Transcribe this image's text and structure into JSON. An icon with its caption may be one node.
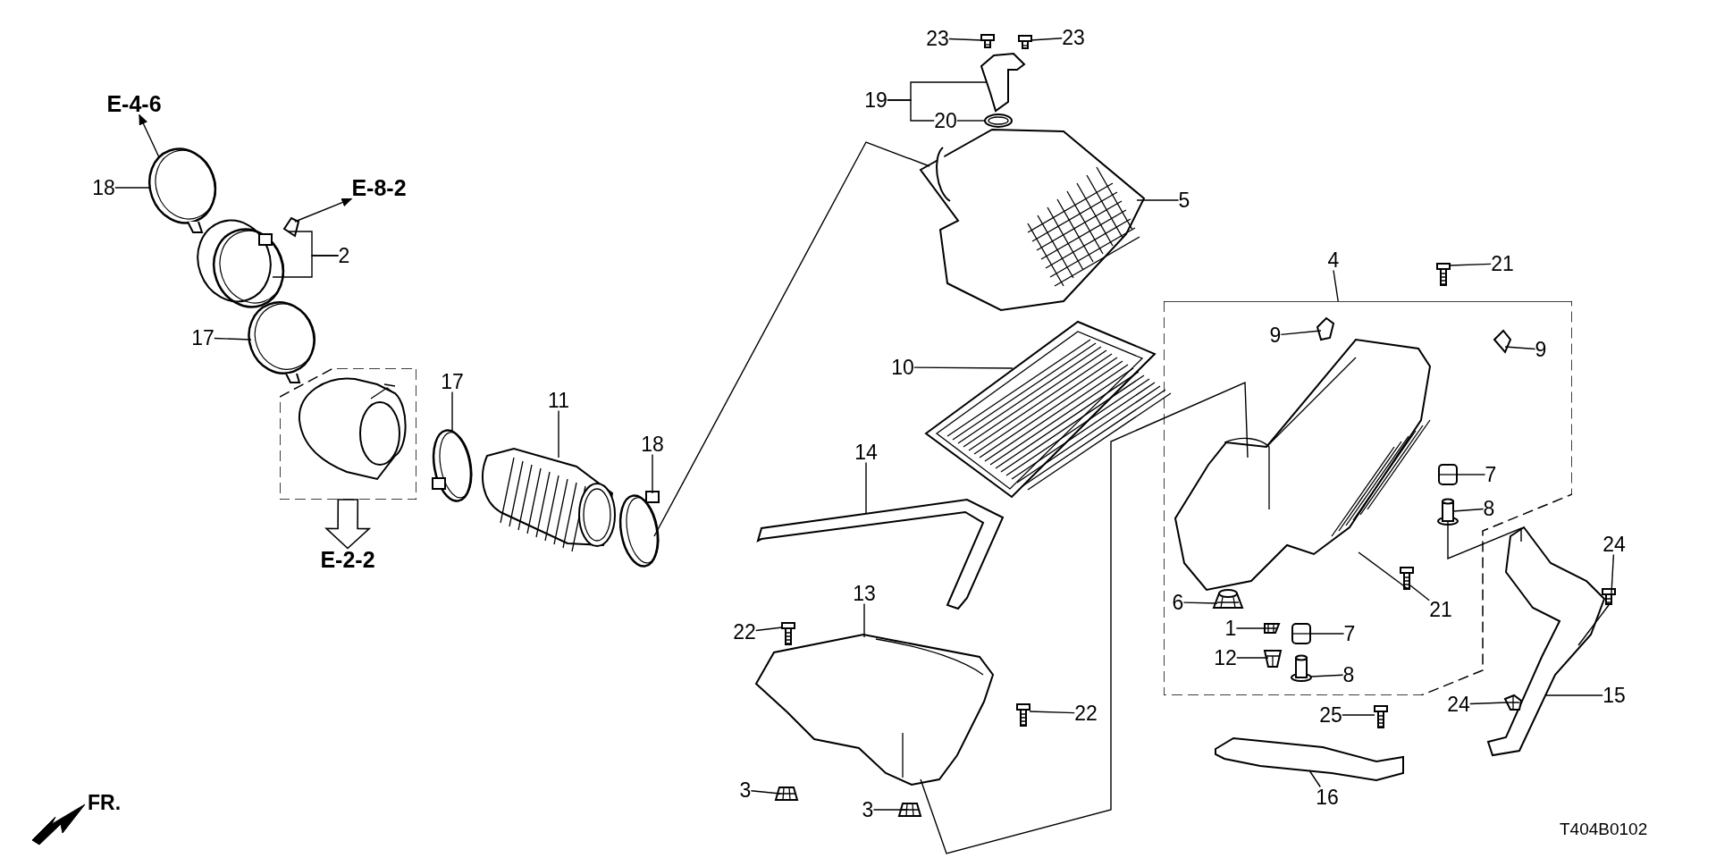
{
  "diagram": {
    "nodes": [
      {
        "text": [
          "E-4-6"
        ]
      },
      {
        "text": [
          "18"
        ]
      },
      {
        "text": [],
        "shape": "picture"
      },
      {
        "text": [
          "E-8-2"
        ]
      },
      {
        "text": [],
        "shape": "picture"
      },
      {
        "text": [
          "2"
        ]
      },
      {
        "text": [],
        "shape": "picture"
      },
      {
        "text": [
          "17"
        ]
      },
      {
        "text": [],
        "shape": "picture"
      },
      {
        "text": [],
        "shape": "box"
      },
      {
        "text": [],
        "shape": "picture",
        "in": 9
      },
      {
        "text": [
          "E-2-2"
        ]
      },
      {
        "text": [
          "17"
        ]
      },
      {
        "text": [],
        "shape": "picture"
      },
      {
        "text": [
          "11"
        ]
      },
      {
        "text": [],
        "shape": "picture"
      },
      {
        "text": [
          "18"
        ]
      },
      {
        "text": [],
        "shape": "picture"
      },
      {
        "text": [
          "23"
        ]
      },
      {
        "text": [],
        "shape": "picture"
      },
      {
        "text": [],
        "shape": "picture"
      },
      {
        "text": [
          "23"
        ]
      },
      {
        "text": [],
        "shape": "picture"
      },
      {
        "text": [
          "19"
        ]
      },
      {
        "text": [
          "20"
        ]
      },
      {
        "text": [],
        "shape": "picture"
      },
      {
        "text": [],
        "shape": "picture"
      },
      {
        "text": [
          "5"
        ]
      },
      {
        "text": [
          "4"
        ]
      },
      {
        "text": [],
        "shape": "box"
      },
      {
        "text": [
          "21"
        ]
      },
      {
        "text": [],
        "shape": "picture"
      },
      {
        "text": [
          "10"
        ]
      },
      {
        "text": [],
        "shape": "picture"
      },
      {
        "text": [
          "9"
        ],
        "in": 29
      },
      {
        "text": [],
        "shape": "picture",
        "in": 29
      },
      {
        "text": [],
        "shape": "picture",
        "in": 29
      },
      {
        "text": [
          "9"
        ],
        "in": 29
      },
      {
        "text": [],
        "shape": "picture",
        "in": 29
      },
      {
        "text": [
          "14"
        ]
      },
      {
        "text": [],
        "shape": "picture"
      },
      {
        "text": [
          "7"
        ],
        "in": 29
      },
      {
        "text": [],
        "shape": "picture",
        "in": 29
      },
      {
        "text": [
          "8"
        ],
        "in": 29
      },
      {
        "text": [],
        "shape": "picture",
        "in": 29
      },
      {
        "text": [
          "13"
        ]
      },
      {
        "text": [],
        "shape": "picture"
      },
      {
        "text": [
          "24"
        ]
      },
      {
        "text": [],
        "shape": "picture"
      },
      {
        "text": [],
        "shape": "picture",
        "in": 29
      },
      {
        "text": [
          "21"
        ],
        "in": 29
      },
      {
        "text": [
          "6"
        ],
        "in": 29
      },
      {
        "text": [],
        "shape": "picture",
        "in": 29
      },
      {
        "text": [
          "1"
        ],
        "in": 29
      },
      {
        "text": [],
        "shape": "picture",
        "in": 29
      },
      {
        "text": [
          "7"
        ],
        "in": 29
      },
      {
        "text": [],
        "shape": "picture",
        "in": 29
      },
      {
        "text": [
          "22"
        ]
      },
      {
        "text": [],
        "shape": "picture"
      },
      {
        "text": [
          "12"
        ],
        "in": 29
      },
      {
        "text": [],
        "shape": "picture",
        "in": 29
      },
      {
        "text": [
          "8"
        ],
        "in": 29
      },
      {
        "text": [],
        "shape": "picture",
        "in": 29
      },
      {
        "text": [],
        "shape": "picture"
      },
      {
        "text": [
          "15"
        ]
      },
      {
        "text": [
          "24"
        ]
      },
      {
        "text": [],
        "shape": "picture"
      },
      {
        "text": [
          "22"
        ]
      },
      {
        "text": [],
        "shape": "picture"
      },
      {
        "text": [
          "25"
        ]
      },
      {
        "text": [],
        "shape": "picture"
      },
      {
        "text": [
          "3"
        ]
      },
      {
        "text": [],
        "shape": "picture"
      },
      {
        "text": [],
        "shape": "picture"
      },
      {
        "text": [
          "16"
        ]
      },
      {
        "text": [
          "3"
        ]
      },
      {
        "text": [],
        "shape": "picture"
      }
    ],
    "edges": [
      {
        "from": 2,
        "to": 0,
        "arrow": "to"
      },
      {
        "from": 1,
        "to": 2,
        "arrow": "none"
      },
      {
        "from": 4,
        "to": 3,
        "arrow": "to"
      },
      {
        "from": 5,
        "to": 4,
        "arrow": "none"
      },
      {
        "from": 5,
        "to": 6,
        "arrow": "none"
      },
      {
        "from": 7,
        "to": 8,
        "arrow": "none"
      },
      {
        "from": 9,
        "to": 11,
        "arrow": "to",
        "style": "thick"
      },
      {
        "from": 12,
        "to": 13,
        "arrow": "none"
      },
      {
        "from": 14,
        "to": 15,
        "arrow": "none"
      },
      {
        "from": 16,
        "to": 17,
        "arrow": "none"
      },
      {
        "from": 18,
        "to": 19,
        "arrow": "none"
      },
      {
        "from": 21,
        "to": 20,
        "arrow": "none"
      },
      {
        "from": 23,
        "to": 22,
        "arrow": "none"
      },
      {
        "from": 23,
        "to": 24,
        "arrow": "none"
      },
      {
        "from": 24,
        "to": 25,
        "arrow": "none"
      },
      {
        "from": 27,
        "to": 26,
        "arrow": "none"
      },
      {
        "from": 28,
        "to": 29,
        "arrow": "none"
      },
      {
        "from": 30,
        "to": 31,
        "arrow": "none"
      },
      {
        "from": 32,
        "to": 33,
        "arrow": "none"
      },
      {
        "from": 34,
        "to": 35,
        "arrow": "none"
      },
      {
        "from": 37,
        "to": 36,
        "arrow": "none"
      },
      {
        "from": 39,
        "to": 40,
        "arrow": "none"
      },
      {
        "from": 41,
        "to": 42,
        "arrow": "none"
      },
      {
        "from": 43,
        "to": 44,
        "arrow": "none"
      },
      {
        "from": 45,
        "to": 46,
        "arrow": "none"
      },
      {
        "from": 47,
        "to": 48,
        "arrow": "none"
      },
      {
        "from": 50,
        "to": 49,
        "arrow": "none"
      },
      {
        "from": 51,
        "to": 52,
        "arrow": "none"
      },
      {
        "from": 53,
        "to": 54,
        "arrow": "none"
      },
      {
        "from": 55,
        "to": 56,
        "arrow": "none"
      },
      {
        "from": 57,
        "to": 58,
        "arrow": "none"
      },
      {
        "from": 59,
        "to": 60,
        "arrow": "none"
      },
      {
        "from": 61,
        "to": 62,
        "arrow": "none"
      },
      {
        "from": 64,
        "to": 63,
        "arrow": "none"
      },
      {
        "from": 65,
        "to": 66,
        "arrow": "none"
      },
      {
        "from": 67,
        "to": 68,
        "arrow": "none"
      },
      {
        "from": 69,
        "to": 70,
        "arrow": "none"
      },
      {
        "from": 71,
        "to": 72,
        "arrow": "none"
      },
      {
        "from": 74,
        "to": 73,
        "arrow": "none"
      },
      {
        "from": 75,
        "to": 76,
        "arrow": "none"
      },
      {
        "from": 17,
        "to": 26,
        "arrow": "none"
      },
      {
        "from": 38,
        "to": 46,
        "arrow": "none"
      },
      {
        "from": 44,
        "to": 63,
        "arrow": "none"
      },
      {
        "from": 48,
        "to": 63,
        "arrow": "none"
      },
      {
        "from": 49,
        "to": 38,
        "arrow": "none"
      }
    ],
    "labels": [
      "FR.",
      "T404B0102"
    ]
  }
}
